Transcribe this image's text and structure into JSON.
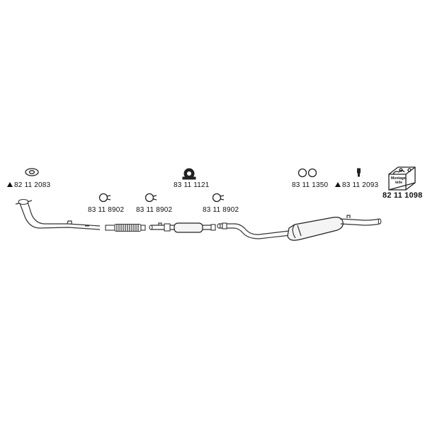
{
  "parts": [
    {
      "id": "gasket",
      "number": "82 11 2083",
      "marker": "triangle",
      "icon": "gasket-icon"
    },
    {
      "id": "rubber-mount",
      "number": "83 11 1121",
      "marker": "",
      "icon": "rubber-mount-icon"
    },
    {
      "id": "o-rings",
      "number": "83 11 1350",
      "marker": "",
      "icon": "o-ring-pair-icon"
    },
    {
      "id": "bolt",
      "number": "83 11 2093",
      "marker": "triangle",
      "icon": "bolt-icon"
    },
    {
      "id": "mounting-kit",
      "number": "82 11 1098",
      "marker": "",
      "icon": "mounting-kit-box-icon",
      "box_text_1": "Montage-",
      "box_text_2": "teile"
    },
    {
      "id": "clamp-1",
      "number": "83 11 8902",
      "marker": "",
      "icon": "clamp-icon"
    },
    {
      "id": "clamp-2",
      "number": "83 11 8902",
      "marker": "",
      "icon": "clamp-icon"
    },
    {
      "id": "clamp-3",
      "number": "83 11 8902",
      "marker": "",
      "icon": "clamp-icon"
    }
  ],
  "colors": {
    "line": "#222222",
    "muffler_fill": "#f4f4f4",
    "background": "#ffffff"
  }
}
